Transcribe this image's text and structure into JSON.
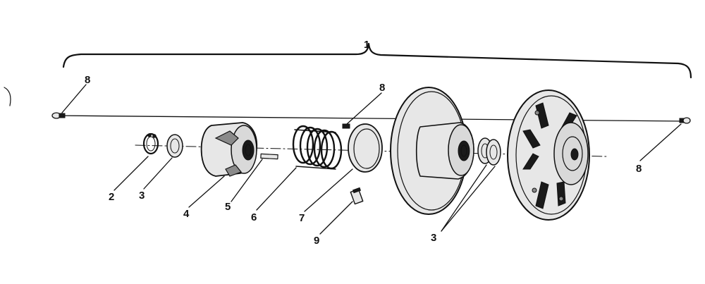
{
  "callouts": {
    "assembly": "1",
    "part_2": "2",
    "part_3_left": "3",
    "part_3_right": "3",
    "part_4": "4",
    "part_5": "5",
    "part_6": "6",
    "part_7": "7",
    "part_8_left": "8",
    "part_8_mid": "8",
    "part_8_right": "8",
    "part_9": "9"
  }
}
